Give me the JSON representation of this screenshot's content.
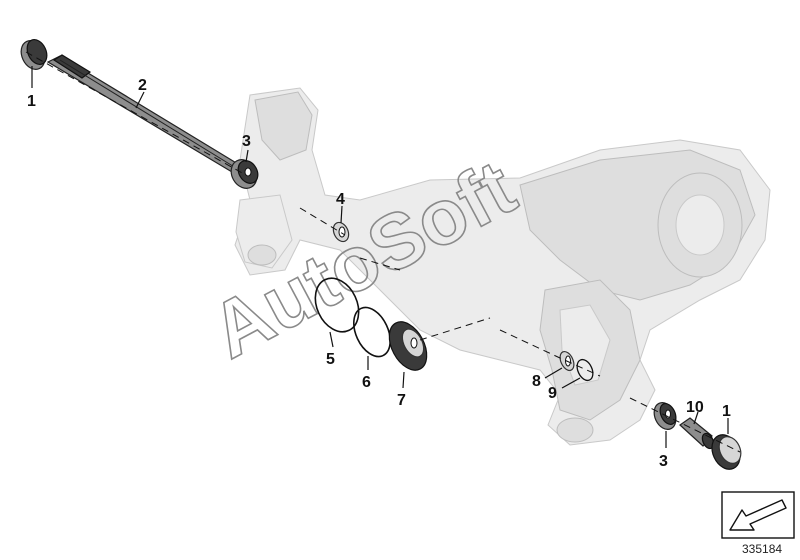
{
  "callouts": {
    "c1_top": "1",
    "c2": "2",
    "c3_top": "3",
    "c4": "4",
    "c5": "5",
    "c6": "6",
    "c7": "7",
    "c8": "8",
    "c9": "9",
    "c10": "10",
    "c3_bottom": "3",
    "c1_bottom": "1"
  },
  "watermark": "AutoSoft",
  "reference_number": "335184",
  "icon": "arrow-down-left-icon"
}
